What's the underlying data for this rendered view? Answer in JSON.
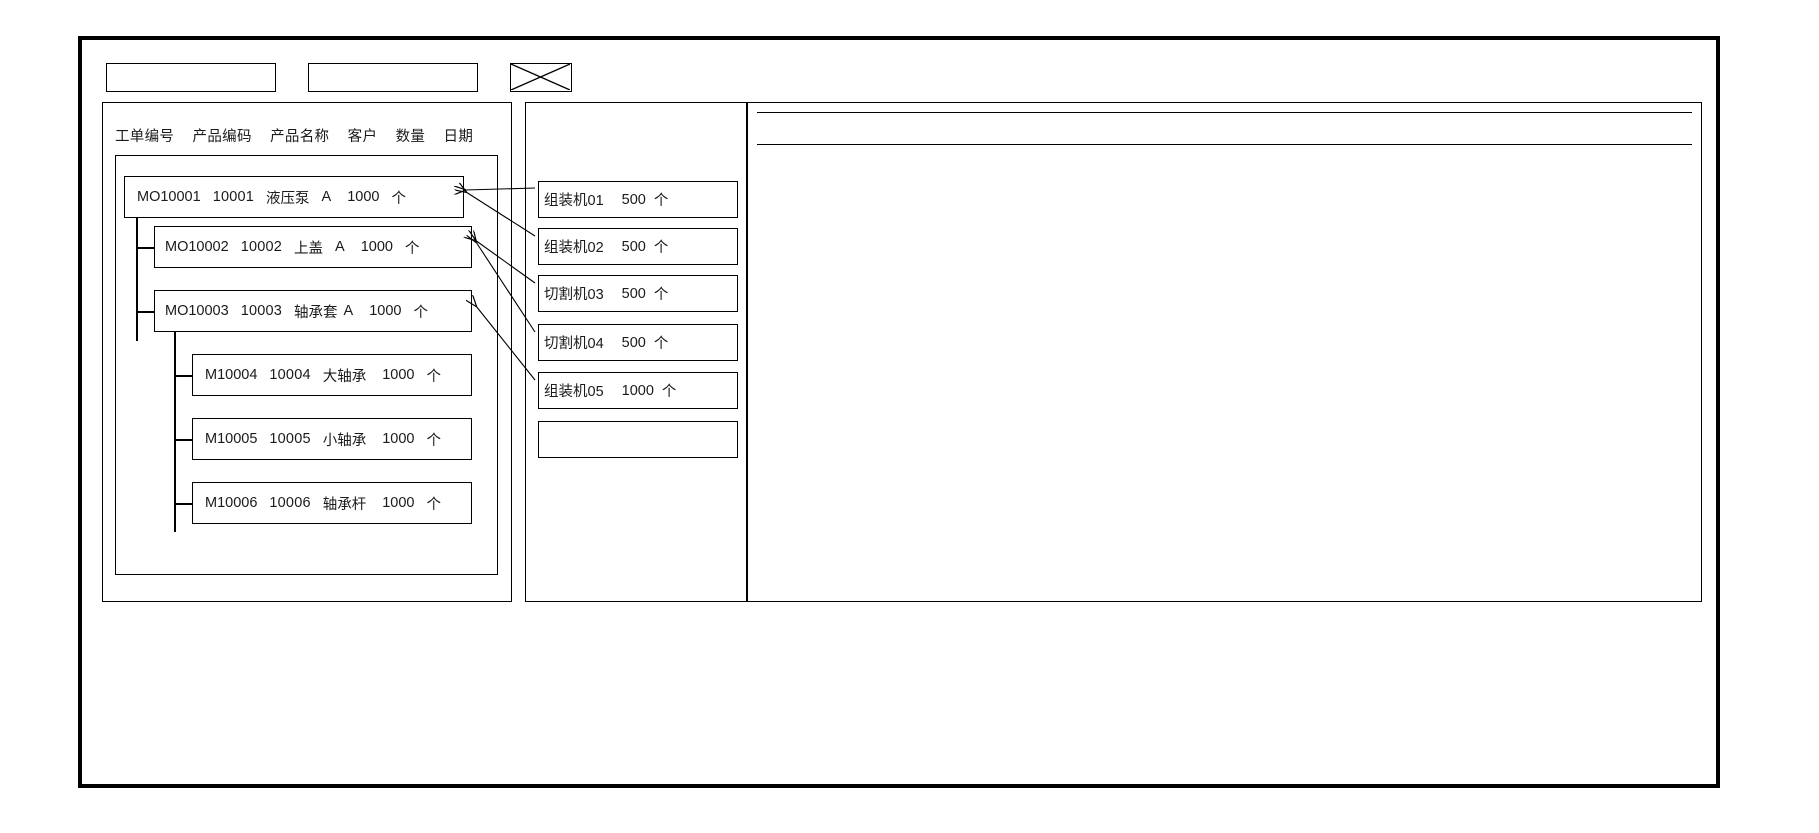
{
  "window": {
    "title": ""
  },
  "toolbar": {
    "field_one_value": "",
    "field_one_placeholder": "",
    "field_two_value": "",
    "field_two_placeholder": "",
    "image_placeholder_icon": "crossed-box-icon"
  },
  "left_panel": {
    "column_headers": [
      "工单编号",
      "产品编码",
      "产品名称",
      "客户",
      "数量",
      "日期"
    ],
    "rows": [
      {
        "order_no": "MO10001",
        "product_code": "10001",
        "product_name": "液压泵",
        "customer": "A",
        "quantity": "1000",
        "unit": "个",
        "level": 0
      },
      {
        "order_no": "MO10002",
        "product_code": "10002",
        "product_name": "上盖",
        "customer": "A",
        "quantity": "1000",
        "unit": "个",
        "level": 1
      },
      {
        "order_no": "MO10003",
        "product_code": "10003",
        "product_name": "轴承套",
        "customer": "A",
        "quantity": "1000",
        "unit": "个",
        "level": 1
      },
      {
        "order_no": "M10004",
        "product_code": "10004",
        "product_name": "大轴承",
        "customer": "",
        "quantity": "1000",
        "unit": "个",
        "level": 2
      },
      {
        "order_no": "M10005",
        "product_code": "10005",
        "product_name": "小轴承",
        "customer": "",
        "quantity": "1000",
        "unit": "个",
        "level": 2
      },
      {
        "order_no": "M10006",
        "product_code": "10006",
        "product_name": "轴承杆",
        "customer": "",
        "quantity": "1000",
        "unit": "个",
        "level": 2
      }
    ]
  },
  "mid_panel": {
    "machines": [
      {
        "name": "组装机01",
        "quantity": "500",
        "unit": "个"
      },
      {
        "name": "组装机02",
        "quantity": "500",
        "unit": "个"
      },
      {
        "name": "切割机03",
        "quantity": "500",
        "unit": "个"
      },
      {
        "name": "切割机04",
        "quantity": "500",
        "unit": "个"
      },
      {
        "name": "组装机05",
        "quantity": "1000",
        "unit": "个"
      },
      {
        "name": "",
        "quantity": "",
        "unit": ""
      }
    ]
  },
  "right_panel": {
    "header_text": "",
    "body_text": ""
  },
  "colors": {
    "stroke": "#000000",
    "background": "#ffffff",
    "text": "#1a1a1a"
  }
}
